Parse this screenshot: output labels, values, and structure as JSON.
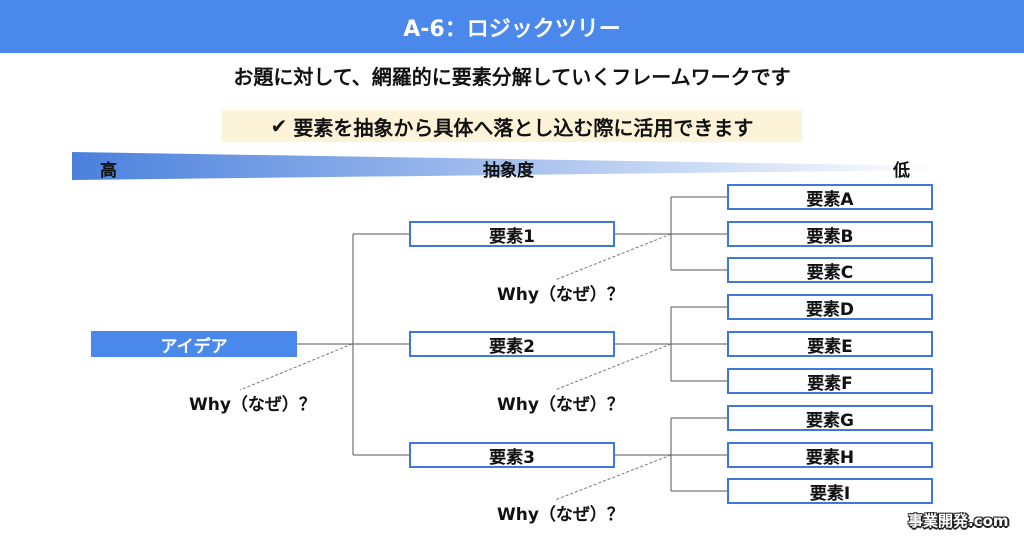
{
  "header": {
    "title": "A-6：ロジックツリー"
  },
  "subtitle": "お題に対して、網羅的に要素分解していくフレームワークです",
  "highlight": {
    "check": "✔",
    "text": "要素を抽象から具体へ落とし込む際に活用できます"
  },
  "scale": {
    "high": "高",
    "middle": "抽象度",
    "low": "低"
  },
  "tree": {
    "root": "アイデア",
    "level1": [
      "要素1",
      "要素2",
      "要素3"
    ],
    "level2": [
      "要素A",
      "要素B",
      "要素C",
      "要素D",
      "要素E",
      "要素F",
      "要素G",
      "要素H",
      "要素I"
    ],
    "why": "Why（なぜ）？"
  },
  "logo": "事業開発.com",
  "colors": {
    "accent": "#4a88ec",
    "border": "#3f78d6",
    "highlight_bg": "#fdf3d8"
  }
}
